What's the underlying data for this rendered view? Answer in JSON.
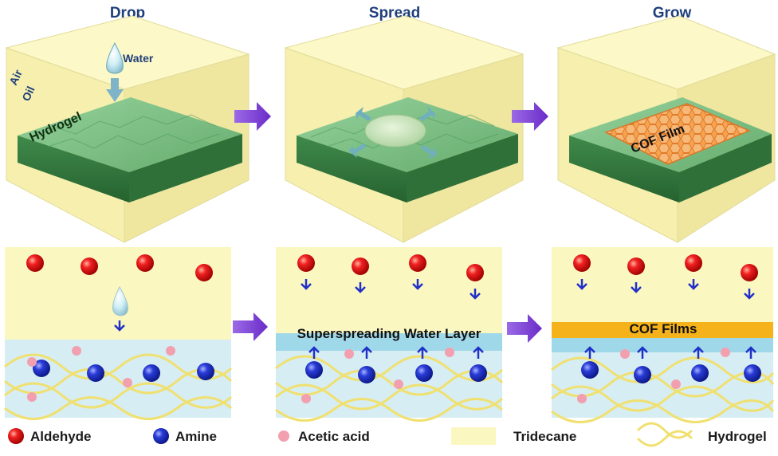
{
  "steps": {
    "drop": "Drop",
    "spread": "Spread",
    "grow": "Grow"
  },
  "top_labels": {
    "air": "Air",
    "oil": "Oil",
    "water": "Water",
    "hydrogel": "Hydrogel",
    "cof_film": "COF Film"
  },
  "bottom_labels": {
    "superspreading": "Superspreading Water Layer",
    "cof_films": "COF Films"
  },
  "legend": {
    "aldehyde": "Aldehyde",
    "amine": "Amine",
    "acetic_acid": "Acetic acid",
    "tridecane": "Tridecane",
    "hydrogel": "Hydrogel"
  },
  "colors": {
    "title_blue": "#1f3f7a",
    "tridecane": "#fbf7c0",
    "hydrogel_green": "#6fb97a",
    "water_blue": "#cde8f3",
    "cof_orange": "#f5b21a",
    "aldehyde_red": "#e01010",
    "amine_blue": "#2030c8",
    "acid_pink": "#f2a0b0",
    "arrow_purple": "#8a4fd8"
  },
  "icons": {
    "process_arrow": "right-arrow-icon",
    "spread_arrow": "diagonal-arrow-icon"
  }
}
